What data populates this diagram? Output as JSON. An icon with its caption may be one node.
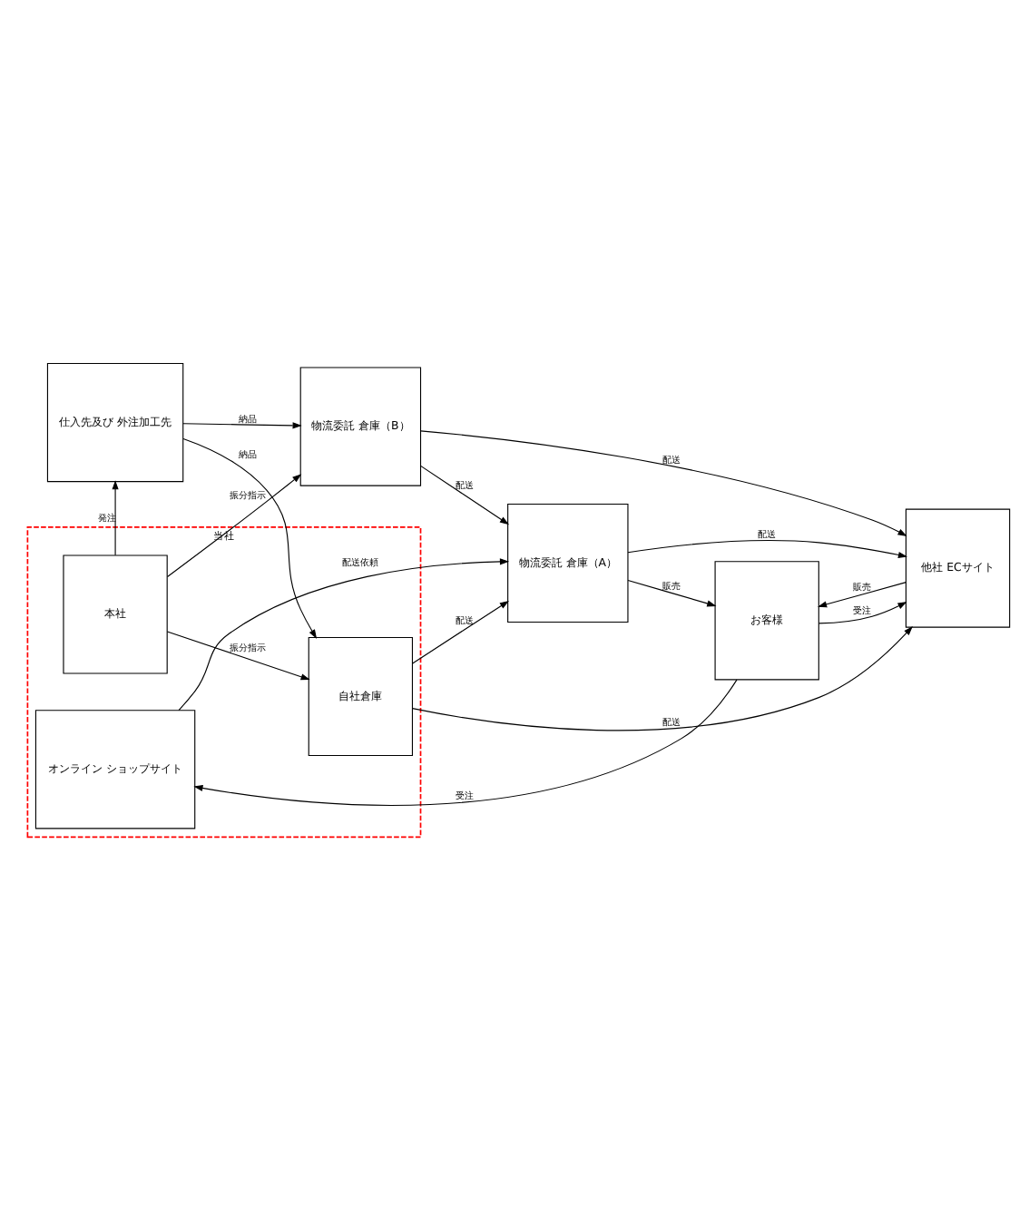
{
  "diagram": {
    "nodes": [
      {
        "text": [
          "当社"
        ]
      },
      {
        "text": [
          "仕入先及び 外注加工先"
        ]
      },
      {
        "text": [
          "本社"
        ],
        "in": 0
      },
      {
        "text": [
          "オンライン ショップサイト"
        ],
        "in": 0
      },
      {
        "text": [
          "お客様"
        ]
      },
      {
        "text": [
          "自社倉庫"
        ],
        "in": 0
      },
      {
        "text": [
          "物流委託 倉庫（A）"
        ]
      },
      {
        "text": [
          "物流委託 倉庫（B）"
        ]
      },
      {
        "text": [
          "他社 ECサイト"
        ]
      }
    ],
    "edges": [
      {
        "from": 2,
        "to": 1,
        "arrow": "to",
        "label": "発注"
      },
      {
        "from": 4,
        "to": 3,
        "arrow": "to",
        "label": "受注"
      },
      {
        "from": 2,
        "to": 5,
        "arrow": "to",
        "label": "振分指示"
      },
      {
        "from": 2,
        "to": 7,
        "arrow": "to",
        "label": "振分指示"
      },
      {
        "from": 3,
        "to": 6,
        "arrow": "to",
        "label": "配送依頼"
      },
      {
        "from": 1,
        "to": 5,
        "arrow": "to",
        "label": "納品"
      },
      {
        "from": 1,
        "to": 7,
        "arrow": "to",
        "label": "納品"
      },
      {
        "from": 5,
        "to": 6,
        "arrow": "to",
        "label": "配送"
      },
      {
        "from": 7,
        "to": 6,
        "arrow": "to",
        "label": "配送"
      },
      {
        "from": 5,
        "to": 8,
        "arrow": "to",
        "label": "配送"
      },
      {
        "from": 6,
        "to": 4,
        "arrow": "to",
        "label": "販売"
      },
      {
        "from": 6,
        "to": 8,
        "arrow": "to",
        "label": "配送"
      },
      {
        "from": 8,
        "to": 4,
        "arrow": "to",
        "label": "販売"
      },
      {
        "from": 4,
        "to": 8,
        "arrow": "to",
        "label": "受注"
      },
      {
        "from": 7,
        "to": 8,
        "arrow": "to",
        "label": "配送"
      }
    ]
  }
}
